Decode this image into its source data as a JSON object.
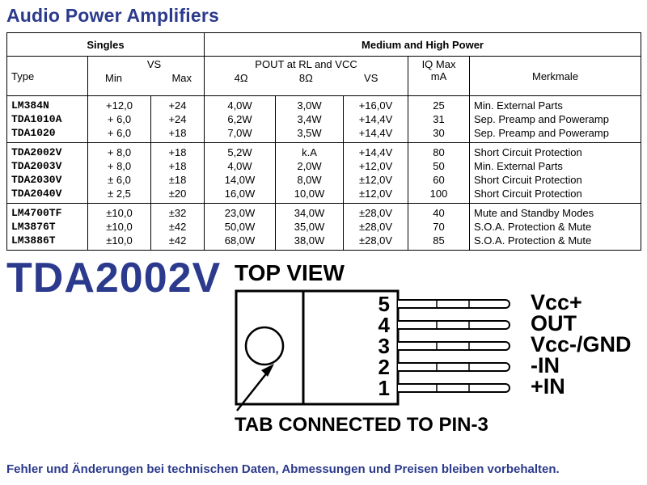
{
  "title": "Audio Power Amplifiers",
  "table": {
    "groups": [
      "Singles",
      "Medium and High Power"
    ],
    "hdr_type": "Type",
    "hdr_vs": "VS",
    "hdr_min": "Min",
    "hdr_max": "Max",
    "hdr_pout": "POUT at RL and VCC",
    "hdr_4ohm": "4Ω",
    "hdr_8ohm": "8Ω",
    "hdr_vs2": "VS",
    "hdr_iq": "IQ Max",
    "hdr_iq_unit": "mA",
    "hdr_merk": "Merkmale",
    "row_groups": [
      {
        "types": [
          "LM384N",
          "TDA1010A",
          "TDA1020"
        ],
        "min": [
          "+12,0",
          "+ 6,0",
          "+ 6,0"
        ],
        "max": [
          "+24",
          "+24",
          "+18"
        ],
        "p4": [
          "4,0W",
          "6,2W",
          "7,0W"
        ],
        "p8": [
          "3,0W",
          "3,4W",
          "3,5W"
        ],
        "vs": [
          "+16,0V",
          "+14,4V",
          "+14,4V"
        ],
        "iq": [
          "25",
          "31",
          "30"
        ],
        "merk": [
          "Min. External Parts",
          "Sep. Preamp and Poweramp",
          "Sep. Preamp and Poweramp"
        ]
      },
      {
        "types": [
          "TDA2002V",
          "TDA2003V",
          "TDA2030V",
          "TDA2040V"
        ],
        "min": [
          "+ 8,0",
          "+ 8,0",
          "± 6,0",
          "± 2,5"
        ],
        "max": [
          "+18",
          "+18",
          "±18",
          "±20"
        ],
        "p4": [
          "5,2W",
          "4,0W",
          "14,0W",
          "16,0W"
        ],
        "p8": [
          "k.A",
          "2,0W",
          "8,0W",
          "10,0W"
        ],
        "vs": [
          "+14,4V",
          "+12,0V",
          "±12,0V",
          "±12,0V"
        ],
        "iq": [
          "80",
          "50",
          "60",
          "100"
        ],
        "merk": [
          "Short Circuit Protection",
          "Min. External Parts",
          "Short Circuit Protection",
          "Short Circuit Protection"
        ]
      },
      {
        "types": [
          "LM4700TF",
          "LM3876T",
          "LM3886T"
        ],
        "min": [
          "±10,0",
          "±10,0",
          "±10,0"
        ],
        "max": [
          "±32",
          "±42",
          "±42"
        ],
        "p4": [
          "23,0W",
          "50,0W",
          "68,0W"
        ],
        "p8": [
          "34,0W",
          "35,0W",
          "38,0W"
        ],
        "vs": [
          "±28,0V",
          "±28,0V",
          "±28,0V"
        ],
        "iq": [
          "40",
          "70",
          "85"
        ],
        "merk": [
          "Mute and Standby Modes",
          "S.O.A. Protection & Mute",
          "S.O.A. Protection & Mute"
        ]
      }
    ]
  },
  "part": "TDA2002V",
  "top_view": "TOP VIEW",
  "pins": [
    {
      "num": "5",
      "label": "Vcc+"
    },
    {
      "num": "4",
      "label": "OUT"
    },
    {
      "num": "3",
      "label": "Vcc-/GND"
    },
    {
      "num": "2",
      "label": "-IN"
    },
    {
      "num": "1",
      "label": "+IN"
    }
  ],
  "tab_note": "TAB CONNECTED TO PIN-3",
  "footer": "Fehler und Änderungen bei technischen Daten, Abmessungen und Preisen bleiben vorbehalten."
}
